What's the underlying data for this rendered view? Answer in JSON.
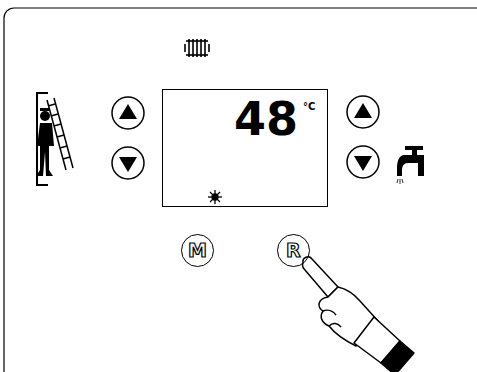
{
  "diagram": {
    "nodes": [
      {
        "text": [
          "48",
          "°C"
        ]
      },
      {
        "text": [
          "M"
        ]
      },
      {
        "text": [
          "R"
        ]
      }
    ]
  }
}
